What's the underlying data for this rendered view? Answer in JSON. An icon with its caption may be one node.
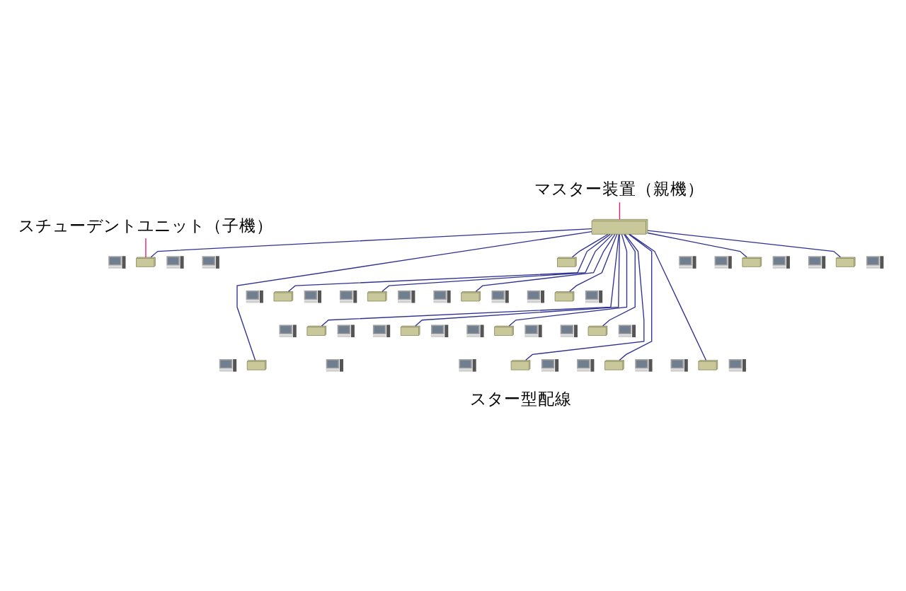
{
  "diagram": {
    "nodes": [
      {
        "text": [
          "スチューデントユニット（子機）"
        ]
      },
      {
        "text": [
          "マスター装置（親機）"
        ]
      },
      {
        "text": [],
        "shape": "box"
      },
      {
        "text": [],
        "shape": "picture"
      },
      {
        "text": [],
        "shape": "picture"
      },
      {
        "text": [],
        "shape": "box"
      },
      {
        "text": [],
        "shape": "picture"
      },
      {
        "text": [],
        "shape": "picture"
      },
      {
        "text": [],
        "shape": "box"
      },
      {
        "text": [],
        "shape": "picture"
      },
      {
        "text": [],
        "shape": "picture"
      },
      {
        "text": [],
        "shape": "box"
      },
      {
        "text": [],
        "shape": "picture"
      },
      {
        "text": [],
        "shape": "picture"
      },
      {
        "text": [],
        "shape": "box"
      },
      {
        "text": [],
        "shape": "picture"
      },
      {
        "text": [],
        "shape": "picture"
      },
      {
        "text": [],
        "shape": "box"
      },
      {
        "text": [],
        "shape": "picture"
      },
      {
        "text": [],
        "shape": "picture"
      },
      {
        "text": [],
        "shape": "box"
      },
      {
        "text": [],
        "shape": "picture"
      },
      {
        "text": [],
        "shape": "picture"
      },
      {
        "text": [],
        "shape": "box"
      },
      {
        "text": [],
        "shape": "picture"
      },
      {
        "text": [],
        "shape": "picture"
      },
      {
        "text": [],
        "shape": "box"
      },
      {
        "text": [],
        "shape": "picture"
      },
      {
        "text": [],
        "shape": "picture"
      },
      {
        "text": [],
        "shape": "box"
      },
      {
        "text": [],
        "shape": "picture"
      },
      {
        "text": [],
        "shape": "picture"
      },
      {
        "text": [],
        "shape": "box"
      },
      {
        "text": [],
        "shape": "picture"
      },
      {
        "text": [],
        "shape": "picture"
      },
      {
        "text": [],
        "shape": "box"
      },
      {
        "text": [],
        "shape": "picture"
      },
      {
        "text": [],
        "shape": "picture"
      },
      {
        "text": [],
        "shape": "box"
      },
      {
        "text": [],
        "shape": "picture"
      },
      {
        "text": [],
        "shape": "picture"
      },
      {
        "text": [],
        "shape": "box"
      },
      {
        "text": [],
        "shape": "picture"
      },
      {
        "text": [],
        "shape": "picture"
      },
      {
        "text": [],
        "shape": "box"
      },
      {
        "text": [],
        "shape": "picture"
      },
      {
        "text": [],
        "shape": "picture"
      },
      {
        "text": [],
        "shape": "box"
      },
      {
        "text": [],
        "shape": "picture"
      },
      {
        "text": [],
        "shape": "picture"
      },
      {
        "text": [],
        "shape": "box"
      }
    ],
    "edges": [
      {
        "from": 0,
        "to": 5,
        "arrow": "none",
        "color": "#e8146e"
      },
      {
        "from": 1,
        "to": 2,
        "arrow": "none",
        "color": "#e8146e"
      },
      {
        "from": 2,
        "to": 5,
        "arrow": "none"
      },
      {
        "from": 2,
        "to": 8,
        "arrow": "none"
      },
      {
        "from": 2,
        "to": 11,
        "arrow": "none"
      },
      {
        "from": 2,
        "to": 14,
        "arrow": "none"
      },
      {
        "from": 2,
        "to": 17,
        "arrow": "none"
      },
      {
        "from": 2,
        "to": 20,
        "arrow": "none"
      },
      {
        "from": 2,
        "to": 23,
        "arrow": "none"
      },
      {
        "from": 2,
        "to": 26,
        "arrow": "none"
      },
      {
        "from": 2,
        "to": 29,
        "arrow": "none"
      },
      {
        "from": 2,
        "to": 32,
        "arrow": "none"
      },
      {
        "from": 2,
        "to": 35,
        "arrow": "none"
      },
      {
        "from": 2,
        "to": 38,
        "arrow": "none"
      },
      {
        "from": 2,
        "to": 41,
        "arrow": "none"
      },
      {
        "from": 2,
        "to": 44,
        "arrow": "none"
      },
      {
        "from": 2,
        "to": 47,
        "arrow": "none"
      },
      {
        "from": 2,
        "to": 50,
        "arrow": "none"
      }
    ],
    "labels": [
      "スター型配線"
    ]
  }
}
